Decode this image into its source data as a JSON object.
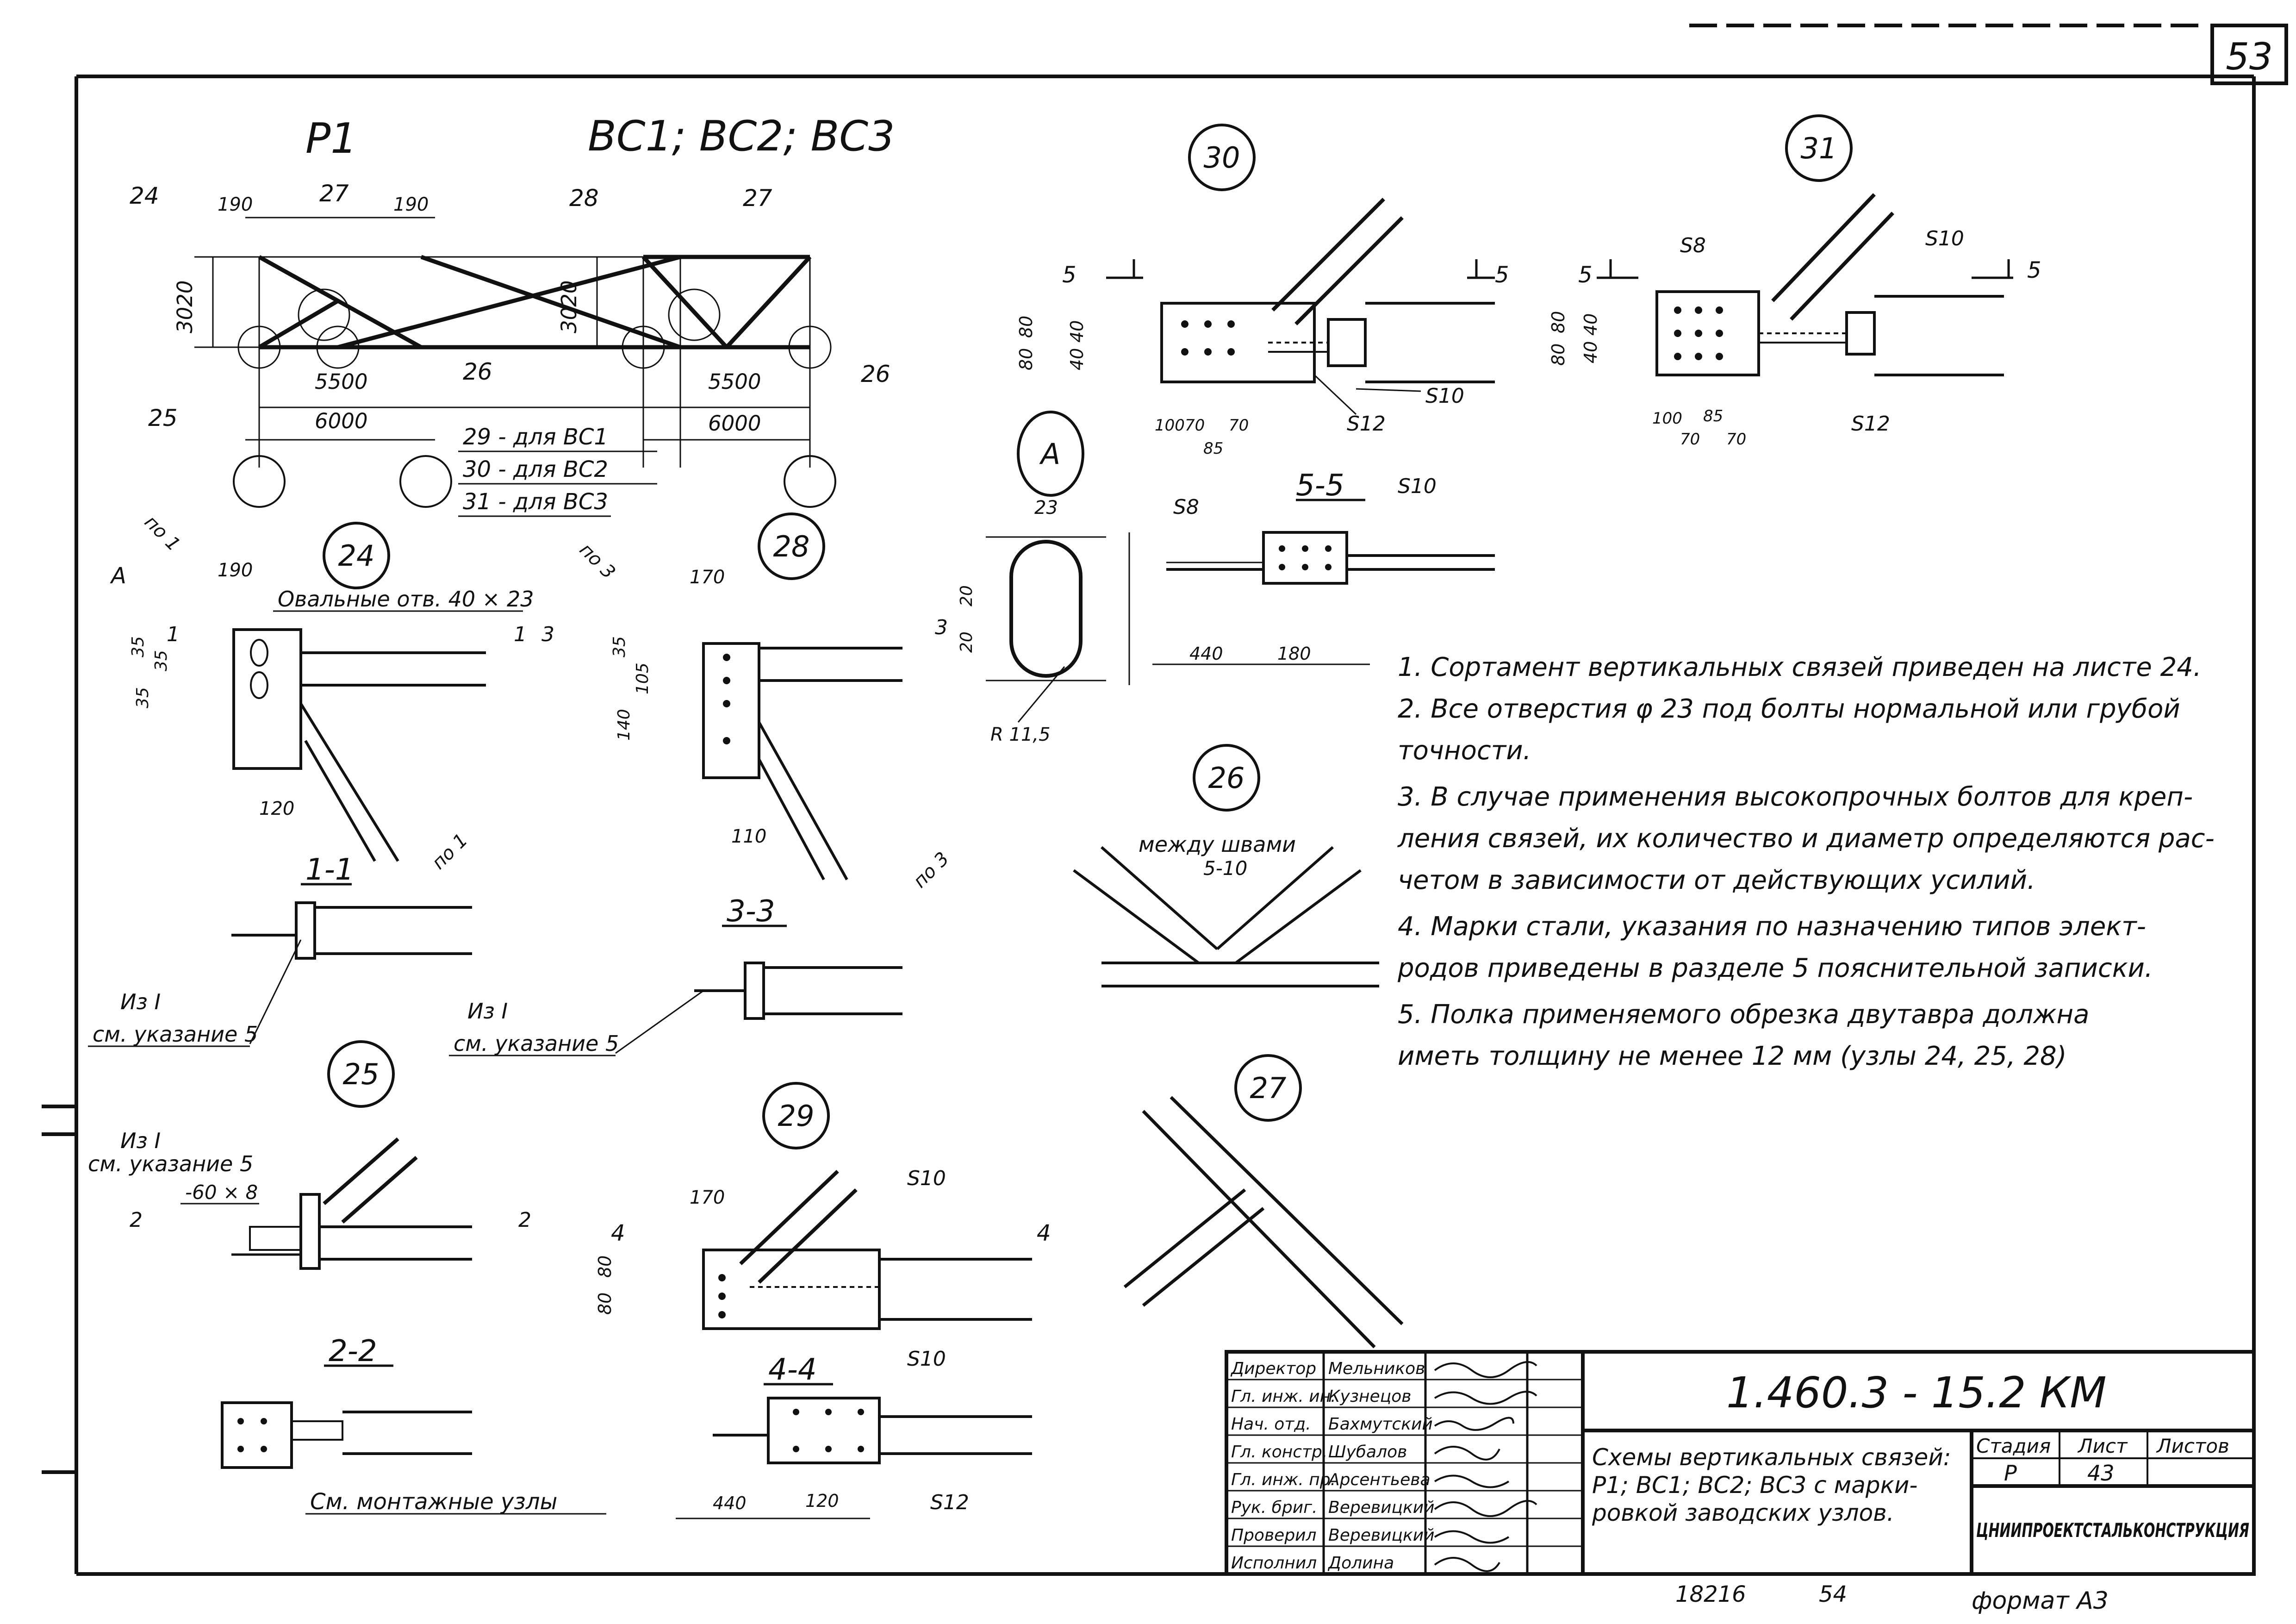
{
  "sheet": {
    "corner_page": "53",
    "bottom_inv": "18216",
    "bottom_mid": "54",
    "format": "формат А3"
  },
  "headers": {
    "p1": "Р1",
    "vs": "ВС1; ВС2; ВС3"
  },
  "nodes": [
    "30",
    "31",
    "24",
    "28",
    "A",
    "26",
    "25",
    "29",
    "27"
  ],
  "p1_scheme": {
    "n24": "24",
    "n27": "27",
    "n26": "26",
    "n25": "25",
    "d190a": "190",
    "d190b": "190",
    "h": "3020",
    "w1": "5500",
    "w2": "6000"
  },
  "vs_scheme": {
    "n28": "28",
    "n27": "27",
    "n26": "26",
    "h": "3020",
    "w1": "5500",
    "w2": "6000",
    "legend": [
      "29 - для ВС1",
      "30 - для ВС2",
      "31 - для ВС3"
    ]
  },
  "node30": {
    "cut_l": "5",
    "cut_r": "5",
    "dims_v": [
      "80",
      "80",
      "40",
      "40"
    ],
    "dims_h": [
      "100",
      "70",
      "70",
      "85"
    ],
    "s10": "S10",
    "s12": "S12",
    "section": "5-5",
    "s8": "S8",
    "s10b": "S10",
    "d440": "440",
    "d180": "180"
  },
  "node31": {
    "cut_l": "5",
    "cut_r": "5",
    "s8": "S8",
    "s10": "S10",
    "s12": "S12",
    "dims_v": [
      "80",
      "80",
      "40",
      "40"
    ],
    "dims_h": [
      "100",
      "85",
      "70",
      "70"
    ]
  },
  "node24": {
    "po1": "по 1",
    "po1b": "по 1",
    "a": "А",
    "d190": "190",
    "oval": "Овальные отв. 40 × 23",
    "cut1": "1",
    "cut1b": "1",
    "cut3": "3",
    "d35a": "35",
    "d35b": "35",
    "d35c": "35",
    "d120": "120",
    "section": "1-1",
    "iz": "Из I",
    "see": "см. указание 5"
  },
  "node28": {
    "po3": "по 3",
    "po3b": "по 3",
    "d170": "170",
    "cut3": "3",
    "d35": "35",
    "d105": "105",
    "d140": "140",
    "d110": "110",
    "section": "3-3",
    "iz": "Из I",
    "see": "см. указание 5"
  },
  "nodeA": {
    "d23": "23",
    "d20a": "20",
    "d20b": "20",
    "r": "R 11,5"
  },
  "node26": {
    "text": "между швами",
    "dim": "5-10"
  },
  "node25": {
    "iz": "Из I",
    "see": "см. указание 5",
    "plate": "-60 × 8",
    "cut2": "2",
    "cut2b": "2",
    "section": "2-2",
    "mount": "См. монтажные узлы"
  },
  "node29": {
    "cut4": "4",
    "cut4b": "4",
    "d170": "170",
    "s10": "S10",
    "d80a": "80",
    "d80b": "80",
    "section": "4-4",
    "s10b": "S10",
    "s12": "S12",
    "d440": "440",
    "d120": "120"
  },
  "notes": [
    "1. Сортамент вертикальных связей приведен на листе 24.",
    "2. Все отверстия φ 23 под болты нормальной или грубой",
    "точности.",
    "3. В случае применения высокопрочных болтов для креп-",
    "ления связей, их количество и диаметр определяются рас-",
    "четом в зависимости от действующих усилий.",
    "4. Марки стали, указания по назначению типов элект-",
    "родов приведены в разделе 5 пояснительной записки.",
    "5. Полка применяемого обрезка двутавра должна",
    "иметь толщину не менее 12 мм (узлы 24, 25, 28)"
  ],
  "title_block": {
    "code": "1.460.3 - 15.2 КМ",
    "title_lines": [
      "Схемы вертикальных связей:",
      "Р1; ВС1; ВС2; ВС3 с марки-",
      "ровкой заводских узлов."
    ],
    "stage_h": "Стадия",
    "sheet_h": "Лист",
    "sheets_h": "Листов",
    "stage": "Р",
    "sheet": "43",
    "sheets": "",
    "org": "ЦНИИПРОЕКТСТАЛЬКОНСТРУКЦИЯ",
    "staff": [
      {
        "role": "Директор",
        "name": "Мельников"
      },
      {
        "role": "Гл. инж. ин.",
        "name": "Кузнецов"
      },
      {
        "role": "Нач. отд.",
        "name": "Бахмутский"
      },
      {
        "role": "Гл. констр.",
        "name": "Шубалов"
      },
      {
        "role": "Гл. инж. пр.",
        "name": "Арсентьева"
      },
      {
        "role": "Рук. бриг.",
        "name": "Веревицкий"
      },
      {
        "role": "Проверил",
        "name": "Веревицкий"
      },
      {
        "role": "Исполнил",
        "name": "Долина"
      }
    ]
  }
}
